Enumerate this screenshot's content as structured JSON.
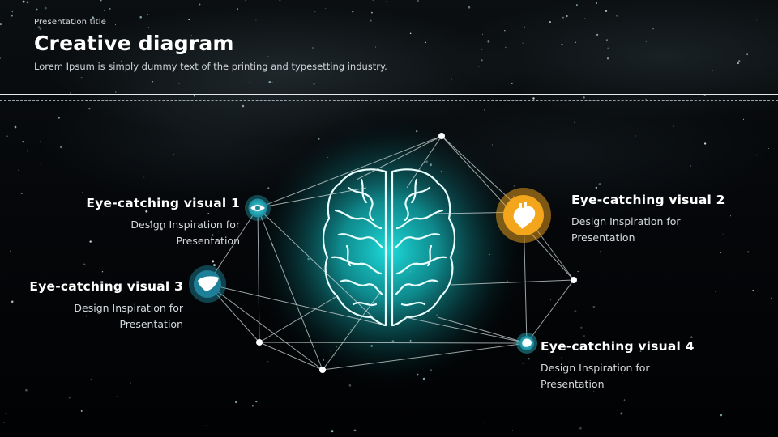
{
  "header": {
    "presentation_title": "Presentation title",
    "title": "Creative diagram",
    "subtitle": "Lorem Ipsum is simply dummy text of the printing and typesetting industry."
  },
  "visuals": [
    {
      "heading": "Eye-catching visual 1",
      "description": "Design Inspiration for Presentation",
      "icon": "eye-icon"
    },
    {
      "heading": "Eye-catching visual 2",
      "description": "Design Inspiration for Presentation",
      "icon": "heart-icon"
    },
    {
      "heading": "Eye-catching visual 3",
      "description": "Design Inspiration for Presentation",
      "icon": "liver-icon"
    },
    {
      "heading": "Eye-catching visual 4",
      "description": "Design Inspiration for Presentation",
      "icon": "stomach-icon"
    }
  ],
  "colors": {
    "accent_teal": "#2bb8c8",
    "accent_orange": "#f3a51c",
    "brain_glow": "#19e0e0"
  }
}
